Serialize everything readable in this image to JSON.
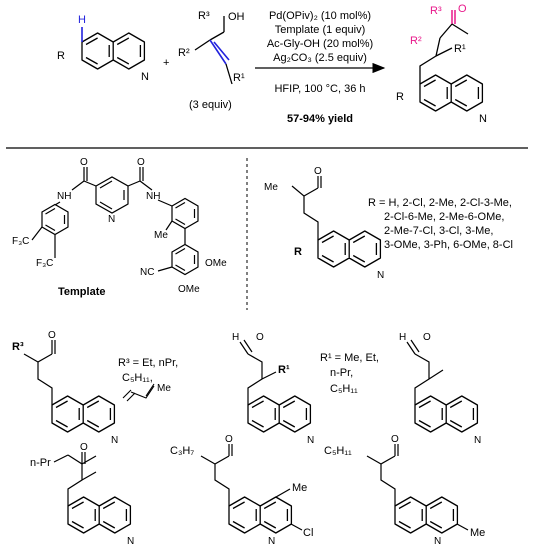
{
  "reaction": {
    "conditions": [
      "Pd(OPiv)₂ (10 mol%)",
      "Template (1 equiv)",
      "Ac-Gly-OH (20 mol%)",
      "Ag₂CO₃ (2.5 equiv)"
    ],
    "solvent_temp_time": "HFIP, 100 °C, 36 h",
    "yield": "57-94% yield",
    "plus": "+",
    "alcohol_equiv": "(3 equiv)",
    "labels": {
      "R": "R",
      "R1": "R¹",
      "R2": "R²",
      "R3": "R³",
      "OH": "OH",
      "O": "O",
      "N": "N",
      "H": "H"
    },
    "colors": {
      "ch_bond": "#2222dd",
      "alkene": "#2222dd",
      "product_ketone": "#e8198b"
    }
  },
  "template_panel": {
    "caption": "Template",
    "groups": {
      "F3C_top": "F₃C",
      "F3C_bottom": "F₃C",
      "NH_left": "NH",
      "NH_right": "NH",
      "N": "N",
      "O": "O",
      "Me": "Me",
      "NC": "NC",
      "OMe": "OMe"
    }
  },
  "scope_panel": {
    "ketone_prefix": "Me",
    "r_label": "R",
    "r_list_lines": [
      "R = H, 2-Cl, 2-Me, 2-Cl-3-Me,",
      "2-Cl-6-Me, 2-Me-6-OMe,",
      "2-Me-7-Cl, 3-Cl, 3-Me,",
      "3-OMe, 3-Ph, 6-OMe, 8-Cl"
    ]
  },
  "examples": {
    "r3_list_lines": [
      "R³ = Et, nPr,",
      "C₅H₁₁,"
    ],
    "r3_vinyl_me": "Me",
    "r1_list_lines": [
      "R¹ = Me, Et,",
      "n-Pr,",
      "C₅H₁₁"
    ],
    "npr": "n-Pr",
    "c3h7": "C₃H₇",
    "c5h11": "C₅H₁₁",
    "me": "Me",
    "cl": "Cl",
    "h": "H",
    "o": "O",
    "n": "N",
    "r1": "R¹",
    "r3": "R³"
  }
}
